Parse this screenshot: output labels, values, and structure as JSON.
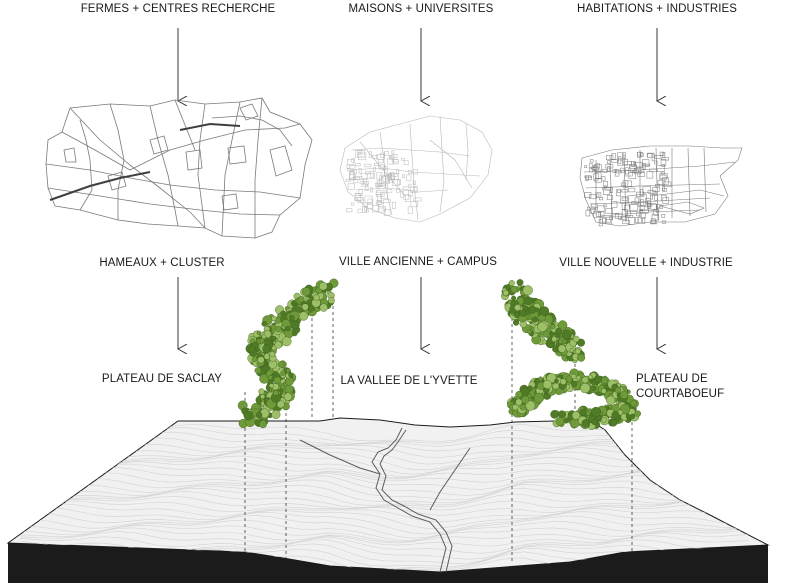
{
  "columns": [
    {
      "top_label": "FERMES + CENTRES RECHERCHE",
      "middle_label": "HAMEAUX + CLUSTER",
      "bottom_label": "PLATEAU DE SACLAY"
    },
    {
      "top_label": "MAISONS + UNIVERSITES",
      "middle_label": "VILLE ANCIENNE + CAMPUS",
      "bottom_label": "LA VALLEE DE L'YVETTE"
    },
    {
      "top_label": "HABITATIONS + INDUSTRIES",
      "middle_label": "VILLE NOUVELLE + INDUSTRIE",
      "bottom_label_line1": "PLATEAU DE",
      "bottom_label_line2": "COURTABOEUF"
    }
  ],
  "colors": {
    "arrow": "#3a3a3a",
    "map_line": "#7a7a7a",
    "map_line_light": "#b9b9b9",
    "tree_dark": "#4f7a26",
    "tree_mid": "#6f9a3a",
    "tree_light": "#9cbf68",
    "terrain_fill": "#f1f1f1",
    "contour": "#d3d3d3",
    "base": "#1b1b1b"
  }
}
